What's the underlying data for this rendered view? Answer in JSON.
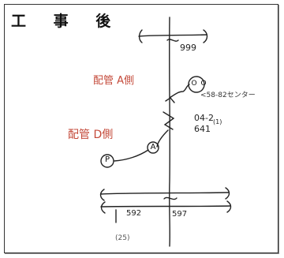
{
  "title": "工 事 後",
  "labels": {
    "number_top": "999",
    "pipe_a": "配管 A側",
    "pipe_d": "配管 D側",
    "meter": "<58-82センター",
    "code1": "04-2",
    "code2": "641",
    "code3": "(1)",
    "number_bottom_left": "592",
    "number_bottom_center": "597",
    "note_bottom": "(25)"
  },
  "circles": {
    "a": "A",
    "b": "P",
    "c1": "O",
    "c2": "O"
  },
  "colors": {
    "red_label": "#c44a3a",
    "ink": "#222222"
  }
}
